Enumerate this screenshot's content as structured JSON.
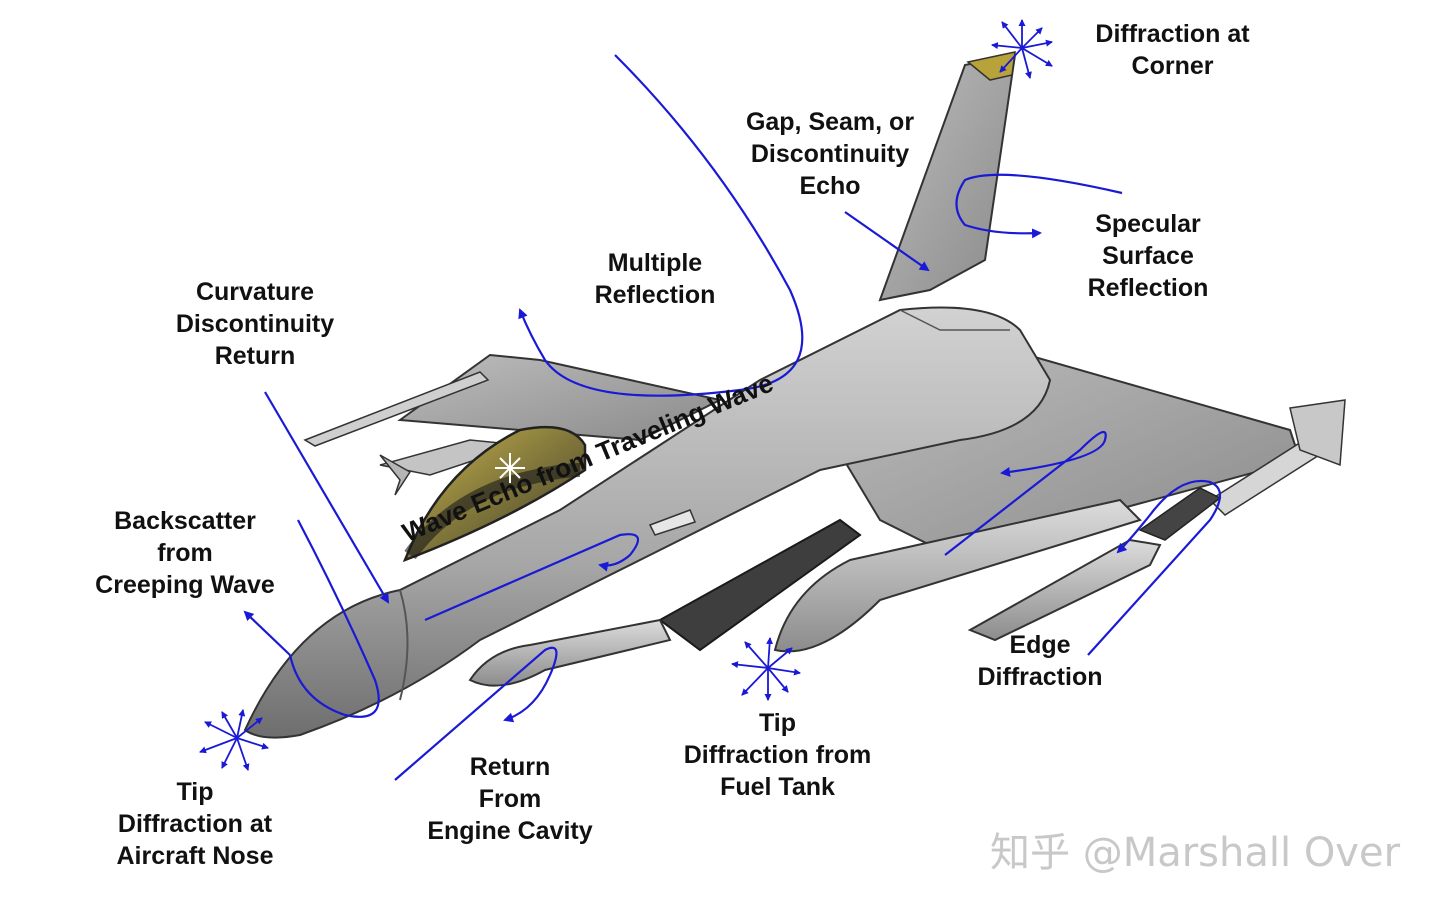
{
  "labels": {
    "diffraction_corner": [
      "Diffraction at",
      "Corner"
    ],
    "gap_seam": [
      "Gap, Seam, or",
      "Discontinuity",
      "Echo"
    ],
    "specular": [
      "Specular",
      "Surface",
      "Reflection"
    ],
    "multiple_reflection": [
      "Multiple",
      "Reflection"
    ],
    "curvature": [
      "Curvature",
      "Discontinuity",
      "Return"
    ],
    "backscatter": [
      "Backscatter",
      "from",
      "Creeping Wave"
    ],
    "traveling_wave": "Wave Echo from Traveling Wave",
    "tip_nose": [
      "Tip",
      "Diffraction at",
      "Aircraft Nose"
    ],
    "engine_cavity": [
      "Return",
      "From",
      "Engine Cavity"
    ],
    "tip_fuel_tank": [
      "Tip",
      "Diffraction from",
      "Fuel Tank"
    ],
    "edge_diffraction": [
      "Edge",
      "Diffraction"
    ]
  },
  "watermark": "知乎 @Marshall Over",
  "colors": {
    "arrow": "#1a1ad6",
    "airframe": "#a9a9a9",
    "canopy": "#b8a23a"
  }
}
